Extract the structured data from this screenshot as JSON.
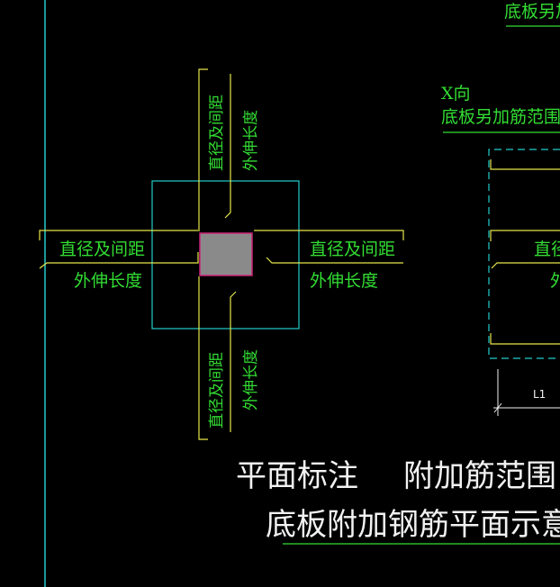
{
  "colors": {
    "background": "#000000",
    "cyan": "#22cccc",
    "yellow": "#e6e64a",
    "green": "#33dd33",
    "white": "#f2f2f2",
    "column_fill": "#8a8a8a",
    "column_border": "#cc2277"
  },
  "labels": {
    "top_right_cut": "底板另加筋",
    "x_direction": "X向",
    "bottom_extra_range": "底板另加筋范围",
    "diameter_spacing": "直径及间距",
    "extension_length": "外伸长度",
    "right_cut_diameter": "直径",
    "right_cut_extension": "外",
    "dimension_l1": "L1",
    "plan_annotation": "平面标注",
    "extra_bar_range": "附加筋范围",
    "figure_title": "底板附加钢筋平面示意图"
  }
}
